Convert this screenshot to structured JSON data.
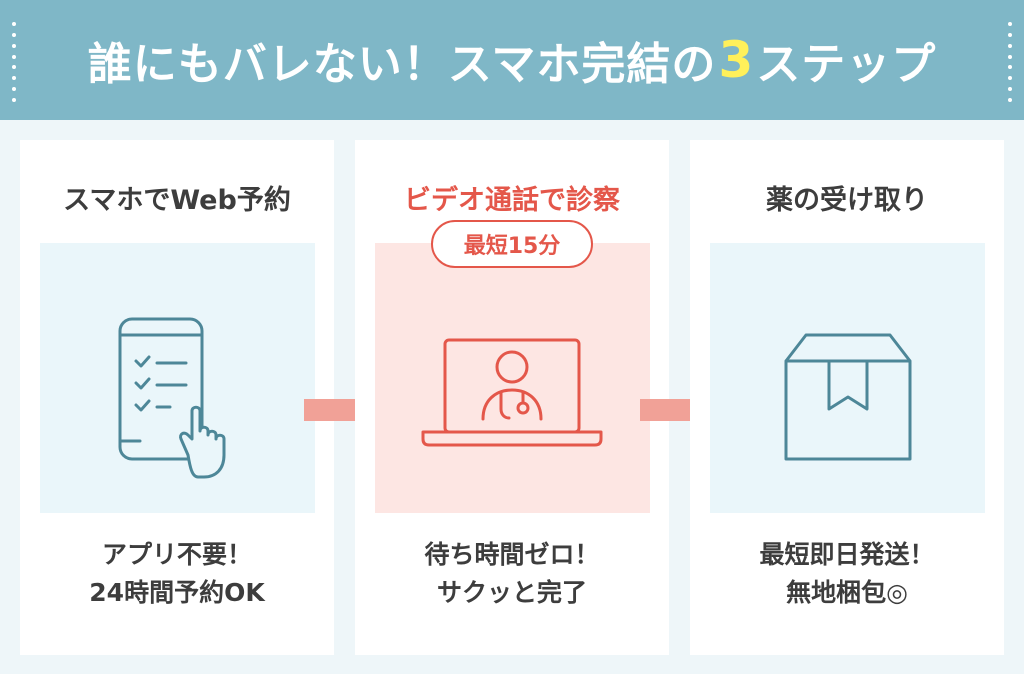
{
  "header": {
    "title_before": "誰にもバレない！スマホ完結の",
    "title_number": "3",
    "title_after": "ステップ"
  },
  "steps": [
    {
      "title": "スマホでWeb予約",
      "icon": "smartphone-checklist-icon",
      "caption_line1": "アプリ不要！",
      "caption_line2": "24時間予約OK"
    },
    {
      "title": "ビデオ通話で診察",
      "badge": "最短15分",
      "icon": "laptop-doctor-icon",
      "caption_line1": "待ち時間ゼロ！",
      "caption_line2": "サクッと完了"
    },
    {
      "title": "薬の受け取り",
      "icon": "package-box-icon",
      "caption_line1": "最短即日発送！",
      "caption_line2": "無地梱包◎"
    }
  ],
  "colors": {
    "banner": "#7fb7c7",
    "accent_red": "#e4574a",
    "number_yellow": "#fff05a",
    "icon_blue": "#4d8798",
    "arrow": "#f1a197"
  }
}
